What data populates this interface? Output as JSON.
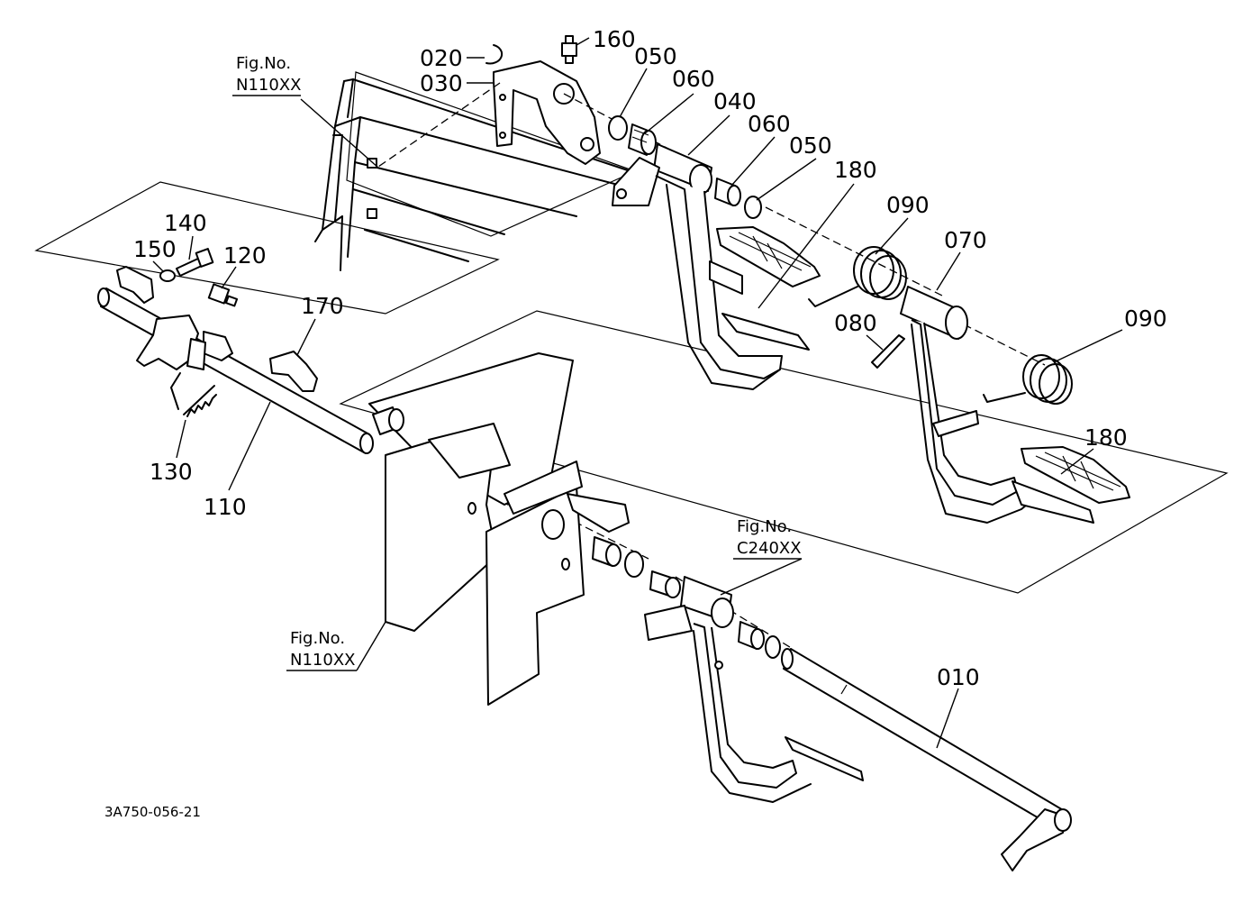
{
  "part_labels": {
    "p020": "020",
    "p030": "030",
    "p160": "160",
    "p050a": "050",
    "p060a": "060",
    "p040": "040",
    "p060b": "060",
    "p050b": "050",
    "p180a": "180",
    "p090a": "090",
    "p070": "070",
    "p080": "080",
    "p090b": "090",
    "p180b": "180",
    "p140": "140",
    "p150": "150",
    "p120": "120",
    "p170": "170",
    "p130": "130",
    "p110": "110",
    "p010": "010"
  },
  "figure_refs": {
    "ref1_title": "Fig.No.",
    "ref1_code": "N110XX",
    "ref2_title": "Fig.No.",
    "ref2_code": "C240XX",
    "ref3_title": "Fig.No.",
    "ref3_code": "N110XX"
  },
  "drawing_code": "3A750-056-21"
}
